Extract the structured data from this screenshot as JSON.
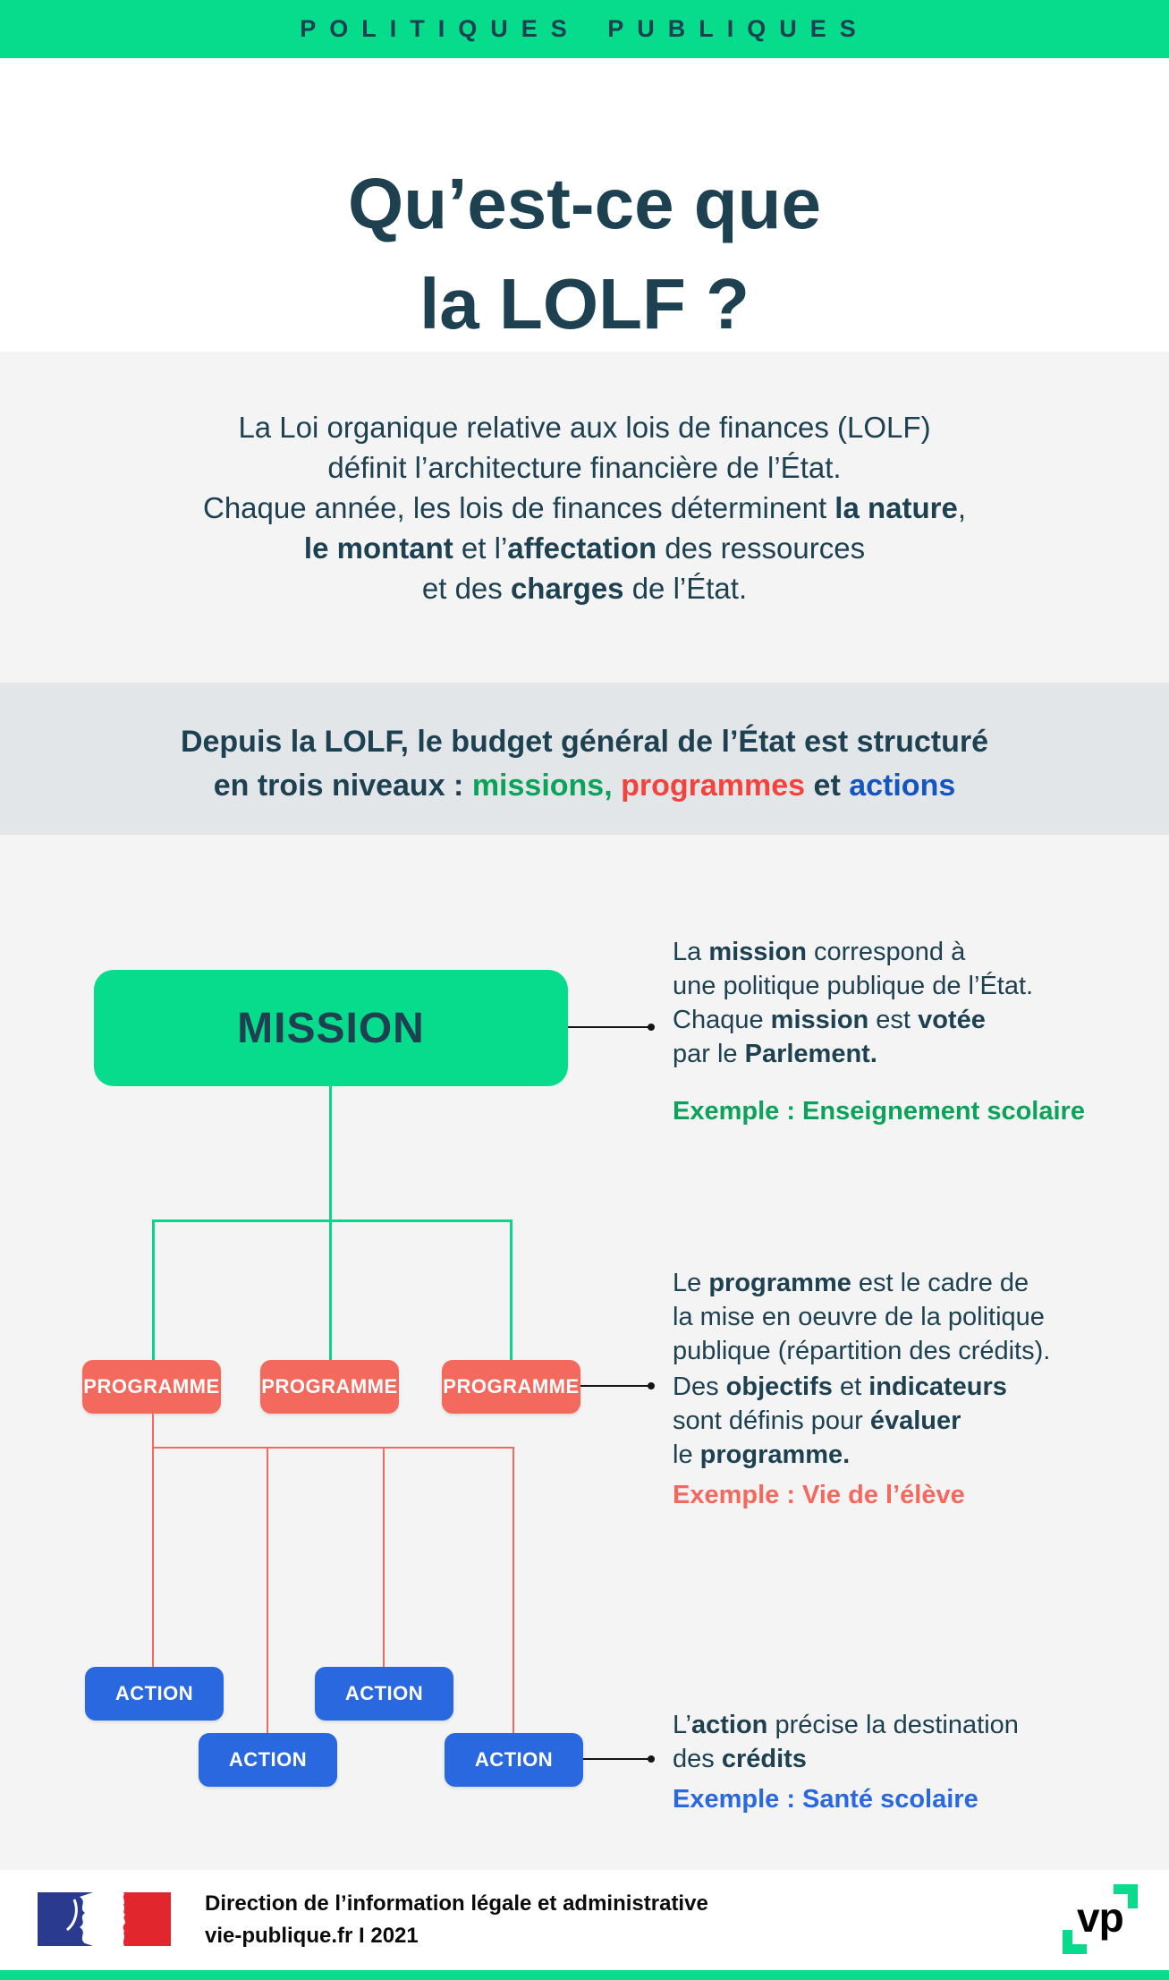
{
  "banner": {
    "label": "POLITIQUES PUBLIQUES"
  },
  "title": {
    "line1": "Qu’est-ce que",
    "line2": "la LOLF ?"
  },
  "intro": {
    "lines": [
      [
        {
          "t": "La Loi organique relative aux lois de finances (LOLF)"
        }
      ],
      [
        {
          "t": "définit l’architecture financière de l’État."
        }
      ],
      [
        {
          "t": "Chaque année, les lois de finances déterminent "
        },
        {
          "t": "la nature",
          "b": 1
        },
        {
          "t": ","
        }
      ],
      [
        {
          "t": "le montant",
          "b": 1
        },
        {
          "t": " et l’"
        },
        {
          "t": "affectation",
          "b": 1
        },
        {
          "t": " des ressources"
        }
      ],
      [
        {
          "t": "et des "
        },
        {
          "t": "charges",
          "b": 1
        },
        {
          "t": " de l’État."
        }
      ]
    ]
  },
  "structure_heading": {
    "lines": [
      [
        {
          "t": "Depuis la LOLF, le budget général de l’État est structuré"
        }
      ],
      [
        {
          "t": "en trois niveaux : "
        },
        {
          "t": "missions,",
          "c": "#0CA25A"
        },
        {
          "t": " "
        },
        {
          "t": "programmes",
          "c": "#F4423C"
        },
        {
          "t": " et "
        },
        {
          "t": "actions",
          "c": "#1455C0"
        }
      ]
    ]
  },
  "diagram": {
    "mission": {
      "box_label": "MISSION",
      "description": [
        [
          {
            "t": "La "
          },
          {
            "t": "mission",
            "b": 1
          },
          {
            "t": " correspond à"
          }
        ],
        [
          {
            "t": "une politique publique de l’État."
          }
        ],
        [
          {
            "t": "Chaque "
          },
          {
            "t": "mission",
            "b": 1
          },
          {
            "t": " est "
          },
          {
            "t": "votée",
            "b": 1
          }
        ],
        [
          {
            "t": "par le "
          },
          {
            "t": "Parlement.",
            "b": 1
          }
        ]
      ],
      "example": "Exemple : Enseignement scolaire"
    },
    "programme": {
      "box_label": "PROGRAMME",
      "box_count": 3,
      "description_block1": [
        [
          {
            "t": "Le "
          },
          {
            "t": "programme",
            "b": 1
          },
          {
            "t": " est le cadre de"
          }
        ],
        [
          {
            "t": "la mise en oeuvre de la politique"
          }
        ],
        [
          {
            "t": "publique (répartition des crédits)."
          }
        ]
      ],
      "description_block2": [
        [
          {
            "t": "Des "
          },
          {
            "t": "objectifs",
            "b": 1
          },
          {
            "t": " et "
          },
          {
            "t": "indicateurs",
            "b": 1
          }
        ],
        [
          {
            "t": "sont définis pour "
          },
          {
            "t": "évaluer",
            "b": 1
          }
        ],
        [
          {
            "t": "le "
          },
          {
            "t": "programme.",
            "b": 1
          }
        ]
      ],
      "example": "Exemple : Vie de l’élève"
    },
    "action": {
      "box_label": "ACTION",
      "box_count": 4,
      "description": [
        [
          {
            "t": "L’"
          },
          {
            "t": "action",
            "b": 1
          },
          {
            "t": " précise la destination"
          }
        ],
        [
          {
            "t": "des "
          },
          {
            "t": "crédits",
            "b": 1
          }
        ]
      ],
      "example": "Exemple : Santé scolaire"
    }
  },
  "footer": {
    "org_line1": "Direction de l’information légale et administrative",
    "org_line2": "vie-publique.fr I 2021",
    "vp_logo_text": "vp"
  },
  "colors": {
    "banner_green": "#07DC8C",
    "mission_green": "#07DC8C",
    "programme_salmon": "#F4695E",
    "action_blue": "#2968DE",
    "navy_text": "#1E4152",
    "heading_missions_green": "#0CA25A",
    "heading_programmes_red": "#F4423C",
    "heading_actions_blue": "#1455C0",
    "intro_bg": "#F3F4F3",
    "heading_bg": "#E3E6E8",
    "flag_blue": "#2A3A8F",
    "flag_red": "#E1262D"
  }
}
